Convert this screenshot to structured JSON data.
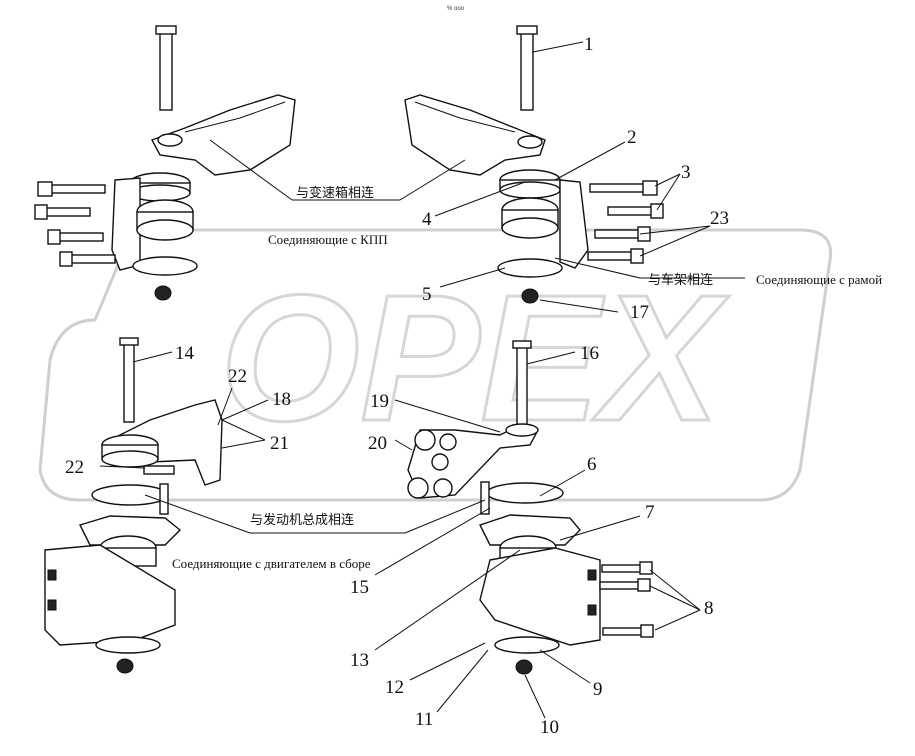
{
  "header_mark": "% ooo",
  "watermark": "OPEX",
  "callouts": [
    "1",
    "2",
    "3",
    "4",
    "5",
    "6",
    "7",
    "8",
    "9",
    "10",
    "11",
    "12",
    "13",
    "14",
    "15",
    "16",
    "17",
    "18",
    "19",
    "20",
    "21",
    "22",
    "22",
    "23"
  ],
  "captions": {
    "gearbox_cn": "与变速箱相连",
    "gearbox_ru": "Соединяющие с КПП",
    "frame_cn": "与车架相连",
    "frame_ru": "Соединяющие с рамой",
    "engine_cn": "与发动机总成相连",
    "engine_ru": "Соединяющие с двигателем в сборе"
  }
}
